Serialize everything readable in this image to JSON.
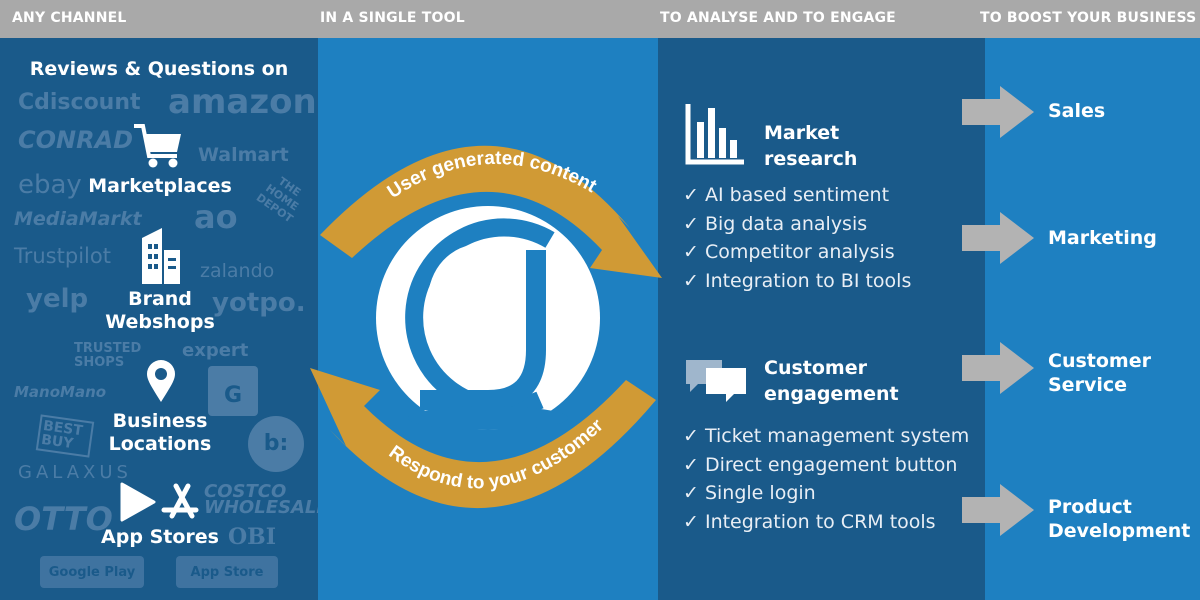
{
  "header": {
    "col1": "ANY CHANNEL",
    "col2": "IN A SINGLE TOOL",
    "col3": "TO ANALYSE AND TO ENGAGE",
    "col4": "TO BOOST YOUR BUSINESS"
  },
  "colors": {
    "header": "#a9a9a9",
    "dark_panel": "#1a5a8a",
    "mid_panel": "#1e80c1",
    "arrow": "#d09a35",
    "grey_arrow": "#b3b3b3"
  },
  "channels": {
    "title": "Reviews & Questions on",
    "categories": [
      {
        "label": "Marketplaces",
        "icon": "shopping-cart-icon"
      },
      {
        "label": "Brand Webshops",
        "icon": "building-icon"
      },
      {
        "label": "Business Locations",
        "icon": "map-pin-icon"
      },
      {
        "label": "App Stores",
        "icon": "app-store-icon"
      }
    ],
    "brands": [
      "Cdiscount",
      "amazon",
      "CONRAD",
      "Walmart",
      "ebay",
      "THE HOME DEPOT",
      "MediaMarkt",
      "ao",
      "Trustpilot",
      "zalando",
      "yelp",
      "yotpo.",
      "TRUSTED SHOPS",
      "expert",
      "ManoMano",
      "G",
      "BEST BUY",
      "b:",
      "GALAXUS",
      "COSTCO WHOLESALE",
      "OTTO",
      "OBI",
      "Google Play",
      "App Store"
    ]
  },
  "center": {
    "top_arrow": "User generated content",
    "bottom_arrow": "Respond to your customer",
    "logo": "g"
  },
  "analyse": {
    "market": {
      "title_1": "Market",
      "title_2": "research",
      "items": [
        "✓ AI based sentiment",
        "✓ Big data analysis",
        "✓ Competitor analysis",
        "✓ Integration to BI tools"
      ]
    },
    "engage": {
      "title_1": "Customer",
      "title_2": "engagement",
      "items": [
        "✓ Ticket management system",
        "✓ Direct engagement button",
        "✓ Single login",
        "✓ Integration to CRM tools"
      ]
    }
  },
  "outcomes": [
    {
      "l1": "Sales",
      "l2": ""
    },
    {
      "l1": "Marketing",
      "l2": ""
    },
    {
      "l1": "Customer",
      "l2": "Service"
    },
    {
      "l1": "Product",
      "l2": "Development"
    }
  ]
}
